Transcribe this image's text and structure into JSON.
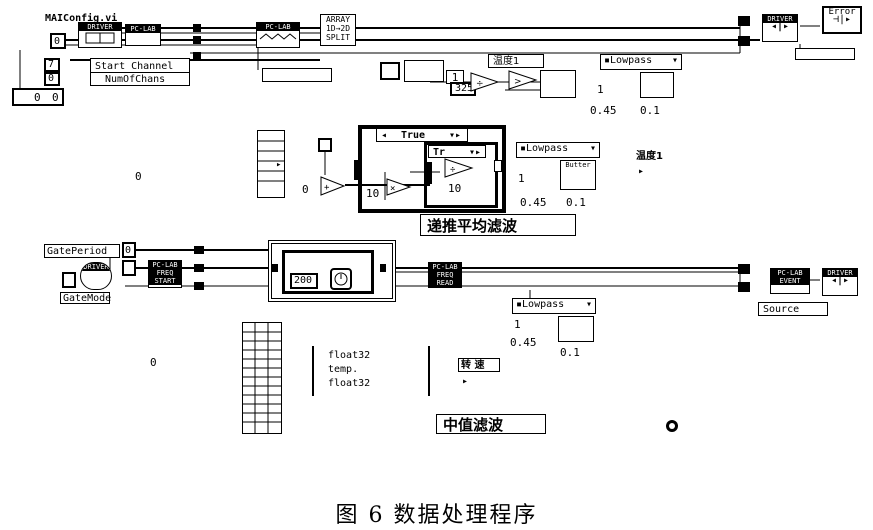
{
  "figure_caption": "图 6   数据处理程序",
  "top_row": {
    "config_vi_label": "MAIConfig.vi",
    "driver_label": "DRIVER",
    "pclab_label": "PC-LAB",
    "array_label": "ARRAY 1D→2D SPLIT",
    "error_label": "Error",
    "const_0": "0",
    "const_7": "7",
    "const_0b": "0",
    "start_channel": "Start Channel",
    "num_of_chans": "NumOfChans",
    "zero_a": "0",
    "zero_b": "0",
    "num_325": "325",
    "temp_label": "温度1",
    "lowpass_label": "Lowpass",
    "lp_value_1": "1",
    "lp_value_045": "0.45",
    "lp_value_01": "0.1"
  },
  "middle_row": {
    "left_zero": "0",
    "loop_const_0": "0",
    "case_true": "True",
    "inner_case": "Tr",
    "num_10a": "10",
    "num_10b": "10",
    "lowpass_label": "Lowpass",
    "butter_label": "Butter",
    "lp_value_1": "1",
    "lp_value_045": "0.45",
    "lp_value_01": "0.1",
    "temp_label": "温度1",
    "section_label": "递推平均滤波"
  },
  "bottom_row": {
    "gate_period": "GatePeriod",
    "gate_mode": "GateMode",
    "driver_label": "DRIVER",
    "pclab_freq": "PC-LAB FREQ START",
    "pclab_freq_read": "PC-LAB FREQ READ",
    "pclab_event": "PC-LAB EVENT",
    "num_200": "200",
    "const_0": "0",
    "left_zero": "0",
    "source_label": "Source",
    "lowpass_label": "Lowpass",
    "lp_value_1": "1",
    "lp_value_045": "0.45",
    "lp_value_01": "0.1",
    "cluster_l1": "float32",
    "cluster_l2": "temp.",
    "cluster_l3": "float32",
    "speed_label": "转 速",
    "section_label": "中值滤波"
  }
}
